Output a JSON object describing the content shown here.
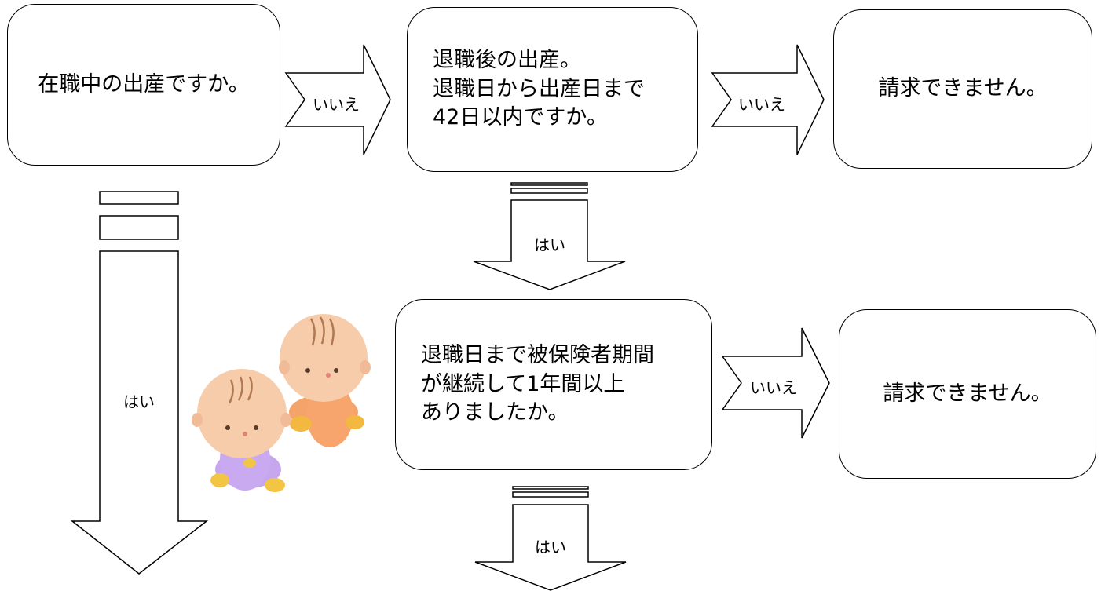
{
  "boxes": {
    "q1": "在職中の出産ですか。",
    "q2": "退職後の出産。\n退職日から出産日まで\n42日以内ですか。",
    "r1": "請求できません。",
    "q3": "退職日まで被保険者期間\nが継続して1年間以上\nありましたか。",
    "r2": "請求できません。"
  },
  "arrows": {
    "no_label": "いいえ",
    "yes_label": "はい"
  }
}
